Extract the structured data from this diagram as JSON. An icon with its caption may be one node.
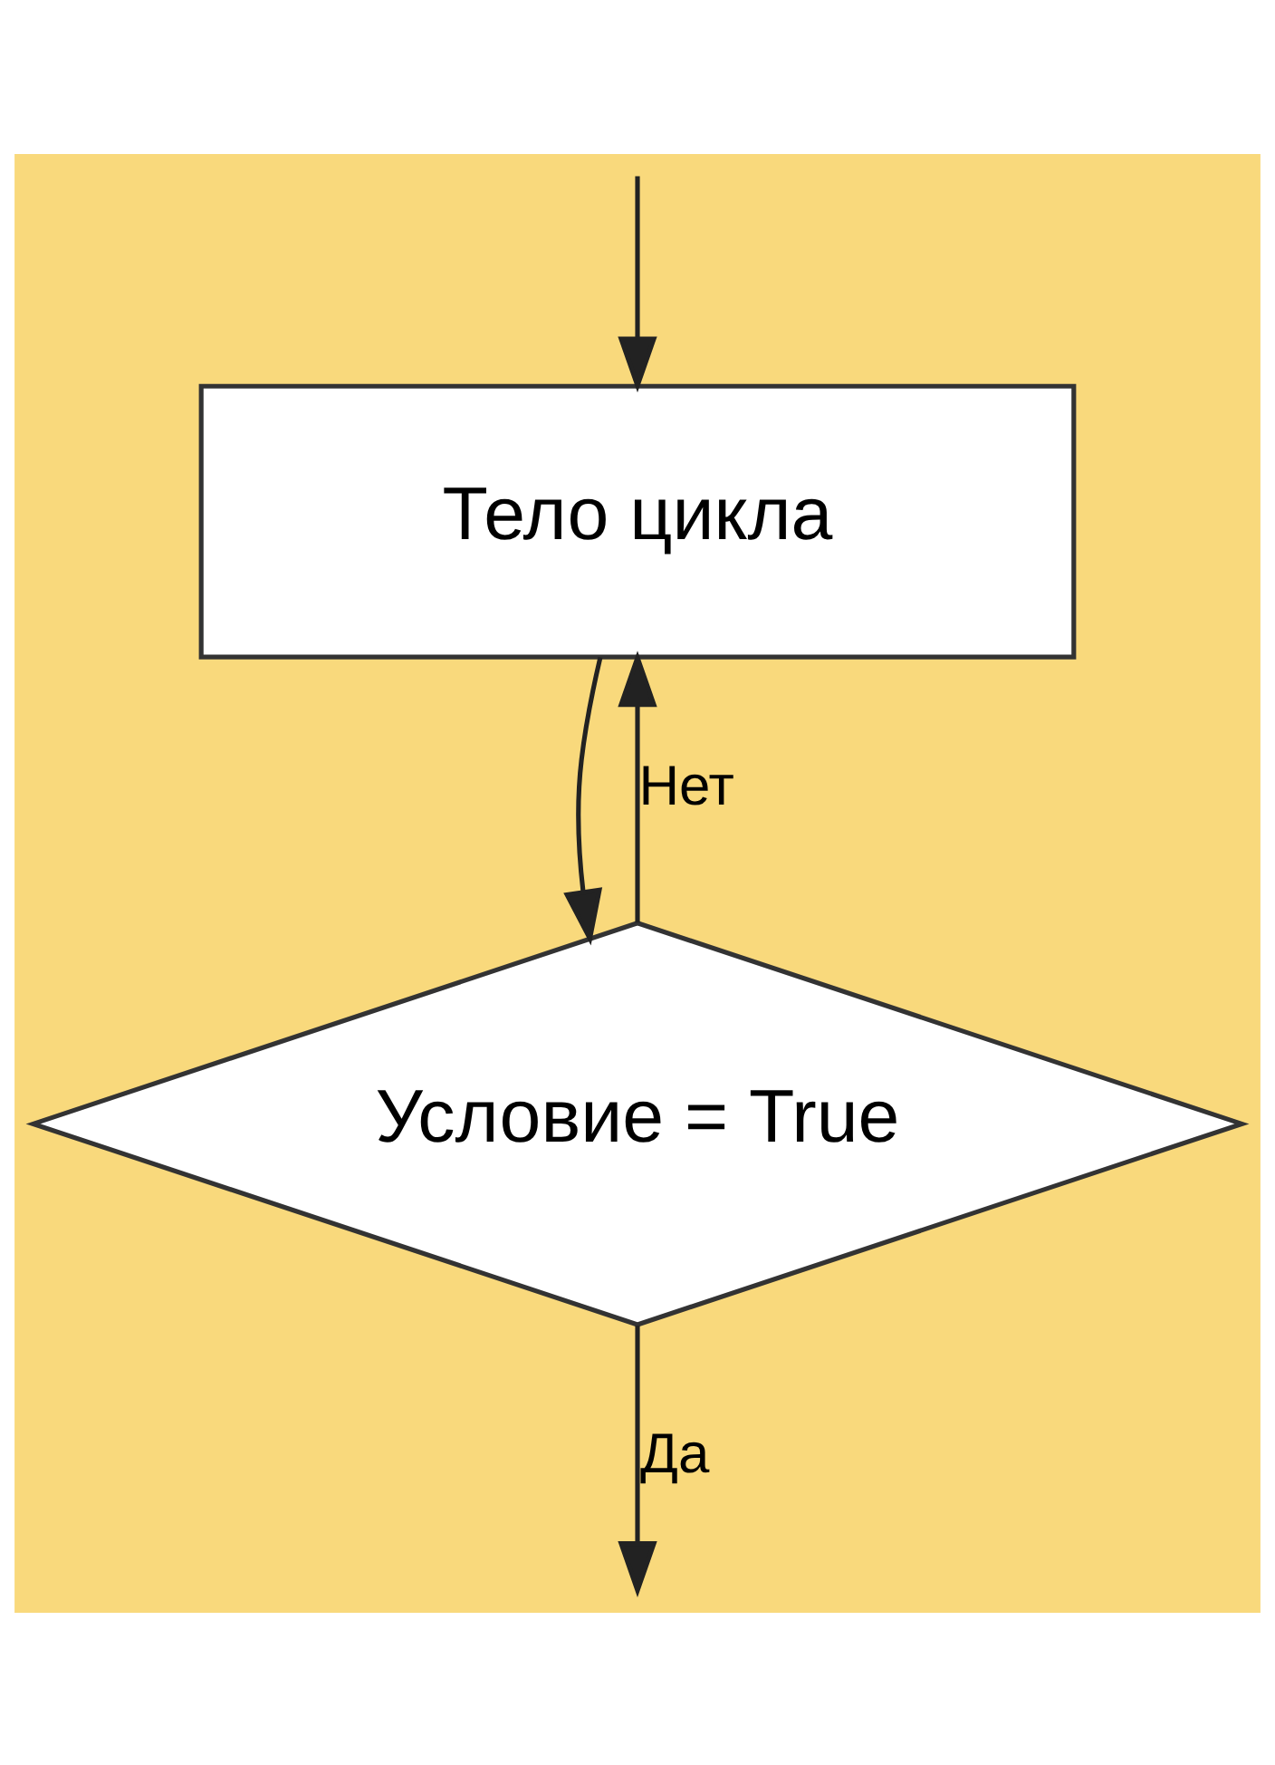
{
  "diagram": {
    "nodes": [
      {
        "text": [
          "Тело цикла"
        ]
      },
      {
        "text": [
          "Условие = True"
        ]
      }
    ],
    "edges": [
      {
        "from": null,
        "to": 0,
        "arrow": "to"
      },
      {
        "from": 0,
        "to": 1,
        "arrow": "to"
      },
      {
        "from": 1,
        "to": 0,
        "arrow": "to",
        "label": "Нет"
      },
      {
        "from": 1,
        "to": null,
        "arrow": "to",
        "label": "Да"
      }
    ]
  }
}
